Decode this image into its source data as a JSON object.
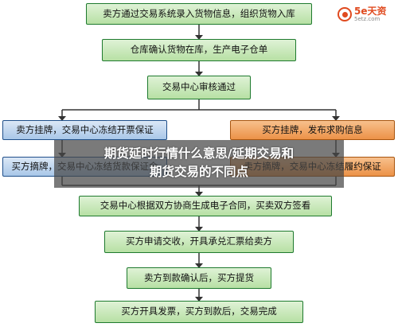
{
  "logo": {
    "brand": "5e天资",
    "url_text": "5etz.com"
  },
  "flow": {
    "step1": "卖方通过交易系统录入货物信息，组织货物入库",
    "step2": "仓库确认货物在库，生产电子仓单",
    "step3": "交易中心审核通过",
    "left_top": "卖方挂牌，交易中心冻结开票保证",
    "right_top": "买方挂牌，发布求购信息",
    "left_bottom": "买方摘牌，交易中心冻结货款保证金",
    "right_bottom": "卖方摘牌，交易中心冻结履约保证",
    "step6": "交易中心根据双方协商生成电子合同，买卖双方签看",
    "step7": "买方申请交收，开具承兑汇票给卖方",
    "step8": "卖方到款确认后，买方提货",
    "step9": "买方开具发票，买方到款后，交易完成"
  },
  "overlay_title": {
    "line1": "期货延时行情什么意思/延期交易和",
    "line2": "期货交易的不同点"
  }
}
